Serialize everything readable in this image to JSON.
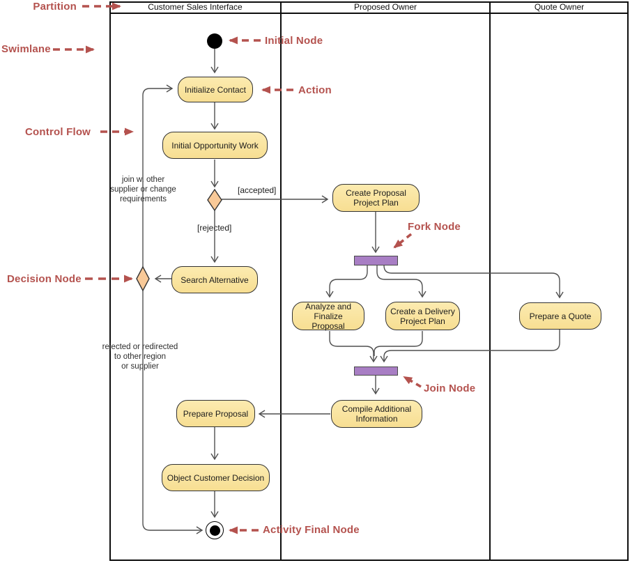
{
  "diagram": {
    "lanes": [
      {
        "label": "Customer Sales Interface"
      },
      {
        "label": "Proposed Owner"
      },
      {
        "label": "Quote Owner"
      }
    ],
    "actions": [
      {
        "id": "initialize-contact",
        "label": "Initialize Contact"
      },
      {
        "id": "initial-opportunity-work",
        "label": "Initial Opportunity Work"
      },
      {
        "id": "create-proposal-project-plan",
        "label": "Create Proposal Project Plan"
      },
      {
        "id": "search-alternative",
        "label": "Search Alternative"
      },
      {
        "id": "analyze-and-finalize-proposal",
        "label": "Analyze and Finalize Proposal"
      },
      {
        "id": "create-a-delivery-project-plan",
        "label": "Create a Delivery Project Plan"
      },
      {
        "id": "prepare-a-quote",
        "label": "Prepare a Quote"
      },
      {
        "id": "compile-additional-information",
        "label": "Compile Additional Information"
      },
      {
        "id": "prepare-proposal",
        "label": "Prepare Proposal"
      },
      {
        "id": "object-customer-decision",
        "label": "Object Customer Decision"
      }
    ],
    "guards": {
      "accepted": "[accepted]",
      "rejected": "[rejected]"
    },
    "notes": {
      "join_note": "join w. other\nsupplier or change\nrequirements",
      "reject_note": "rejected or redirected\nto other region\nor supplier"
    },
    "colors": {
      "action_fill": "#f8e19c",
      "action_border": "#323232",
      "decision_fill": "#f8c998",
      "fork_join_fill": "#a87ec4",
      "flow_line": "#4f4f4f",
      "frame": "#0d0d0d"
    }
  },
  "annotations": {
    "partition": "Partition",
    "swimlane": "Swimlane",
    "initial_node": "Initial Node",
    "action": "Action",
    "control_flow": "Control Flow",
    "decision_node": "Decision Node",
    "fork_node": "Fork Node",
    "join_node": "Join Node",
    "activity_final_node": "Activity Final Node",
    "color": "#b4524e"
  }
}
